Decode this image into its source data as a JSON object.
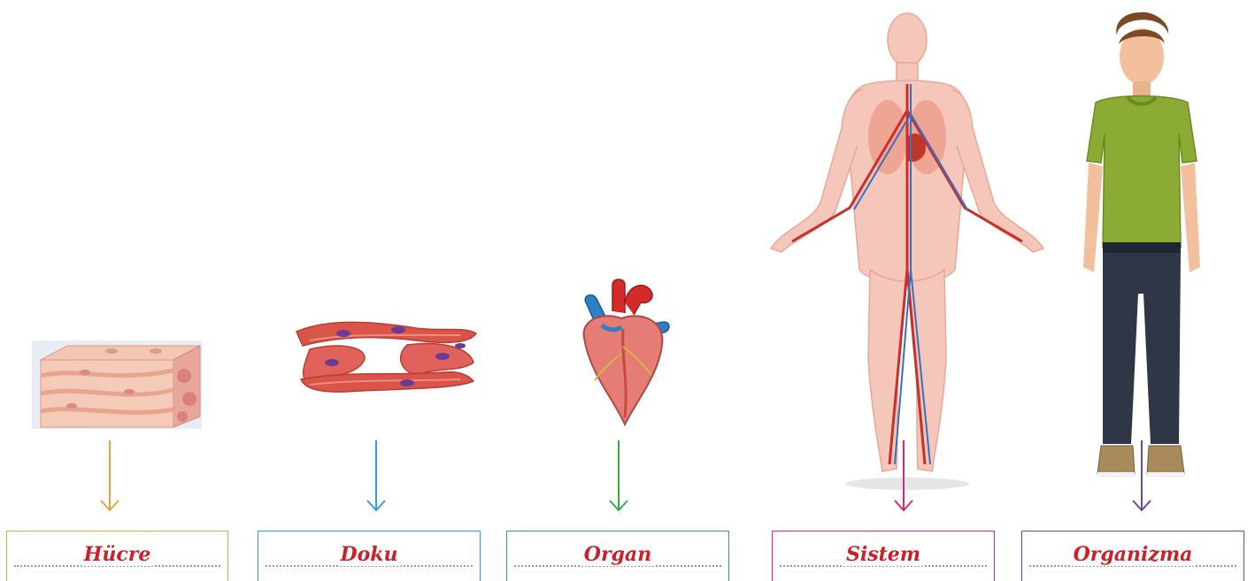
{
  "stages": [
    {
      "id": "hucre",
      "label": "Hücre",
      "color": "#e8a33d",
      "illustration": "cell-block"
    },
    {
      "id": "doku",
      "label": "Doku",
      "color": "#2f9fdd",
      "illustration": "muscle-tissue"
    },
    {
      "id": "organ",
      "label": "Organ",
      "color": "#3ba84a",
      "illustration": "heart"
    },
    {
      "id": "sistem",
      "label": "Sistem",
      "color": "#d6297e",
      "illustration": "circulatory-system"
    },
    {
      "id": "organizma",
      "label": "Organizma",
      "color": "#6b49a0",
      "illustration": "human-man"
    }
  ],
  "label_color": "#cc1f28"
}
